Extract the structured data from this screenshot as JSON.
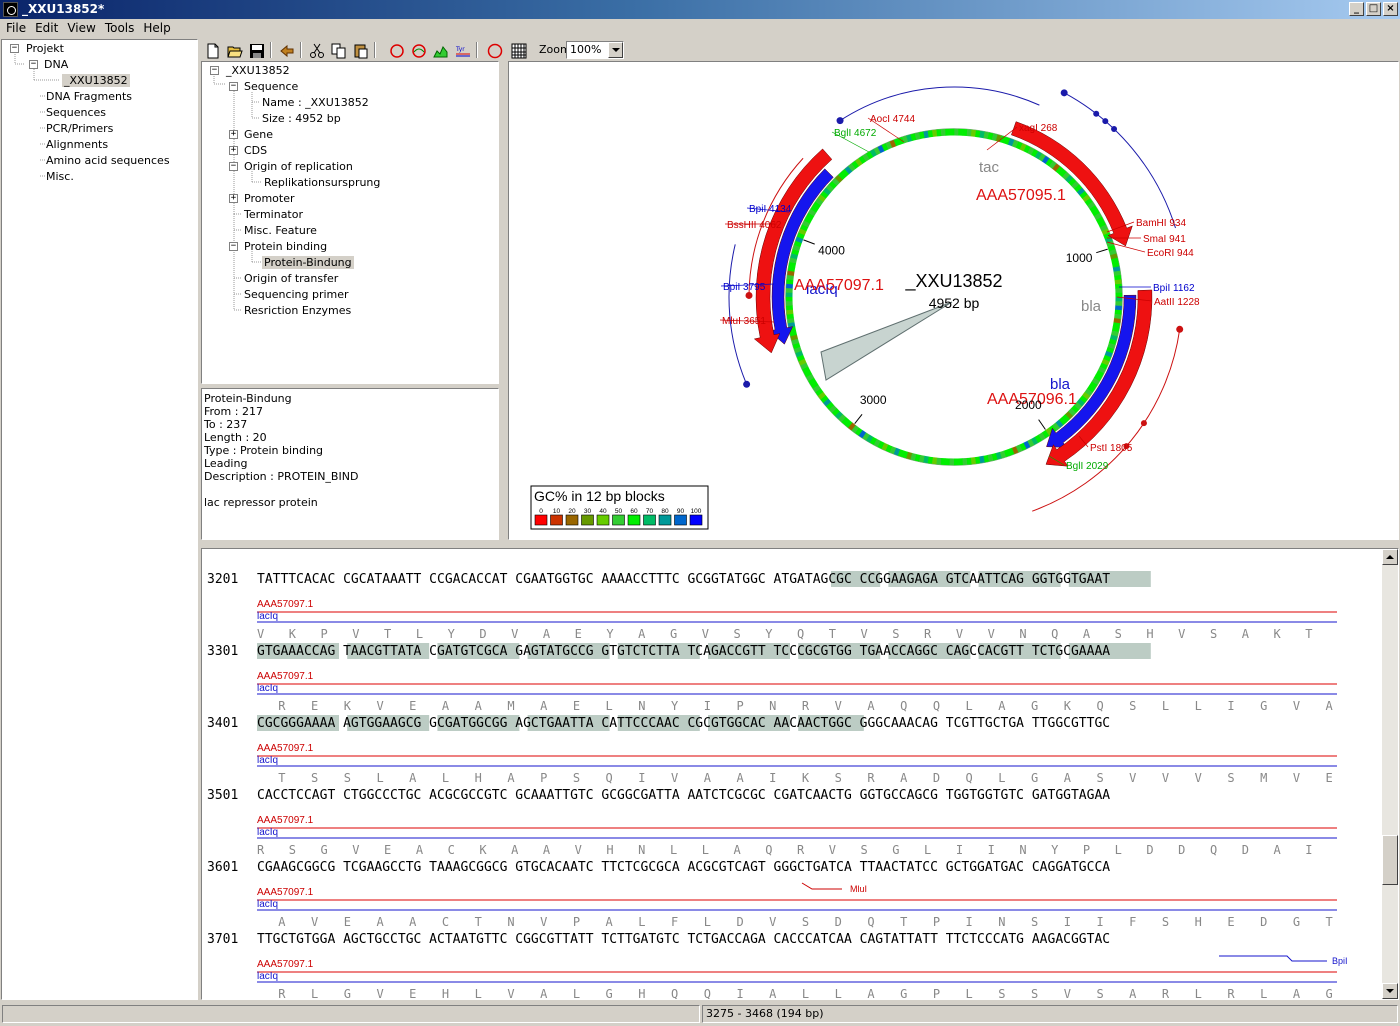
{
  "window": {
    "title": "_XXU13852*",
    "buttons": [
      "_",
      "□",
      "×"
    ]
  },
  "menu": [
    {
      "label": "File",
      "key": "F"
    },
    {
      "label": "Edit",
      "key": "E"
    },
    {
      "label": "View",
      "key": "V"
    },
    {
      "label": "Tools",
      "key": "T"
    },
    {
      "label": "Help",
      "key": "H"
    }
  ],
  "project_tree": {
    "root": "Projekt",
    "dna": "DNA",
    "dna_child": "_XXU13852",
    "items": [
      "DNA Fragments",
      "Sequences",
      "PCR/Primers",
      "Alignments",
      "Amino acid sequences",
      "Misc."
    ]
  },
  "toolbar": {
    "buttons": [
      "new-icon",
      "open-icon",
      "save-icon",
      "undo-icon",
      "cut-icon",
      "copy-icon",
      "paste-icon",
      "circle-map-icon",
      "circle-linear-icon",
      "graph-icon",
      "translate-icon",
      "ring-icon",
      "grid-icon"
    ],
    "zoom_label": "Zoom",
    "zoom_value": "100%"
  },
  "feature_tree": {
    "root": "_XXU13852",
    "sequence": "Sequence",
    "name": "Name : _XXU13852",
    "size": "Size : 4952 bp",
    "gene": "Gene",
    "cds": "CDS",
    "ori": "Origin of replication",
    "ori_child": "Replikationsursprung",
    "promoter": "Promoter",
    "terminator": "Terminator",
    "misc": "Misc. Feature",
    "protein_binding": "Protein binding",
    "protein_binding_child": "Protein-Bindung",
    "ori_transfer": "Origin of transfer",
    "seq_primer": "Sequencing primer",
    "restriction": "Resriction Enzymes"
  },
  "info_panel": {
    "lines": [
      "Protein-Bindung",
      "From : 217",
      "To : 237",
      "Length : 20",
      "Type : Protein binding",
      "Leading",
      "Description : PROTEIN_BIND",
      "",
      "lac repressor protein"
    ]
  },
  "plasmid_map": {
    "name": "_XXU13852",
    "size_label": "4952 bp",
    "total_bp": 4952,
    "ticks": [
      {
        "label": "1000",
        "bp": 1000
      },
      {
        "label": "2000",
        "bp": 2000
      },
      {
        "label": "3000",
        "bp": 3000
      },
      {
        "label": "4000",
        "bp": 4000
      }
    ],
    "feature_labels": {
      "tac": "tac",
      "bla_gray": "bla",
      "bla_blue": "bla",
      "laciq": "lacIq",
      "aaa95": "AAA57095.1",
      "aaa96": "AAA57096.1",
      "aaa97": "AAA57097.1"
    },
    "enzymes": [
      {
        "label": "xagI 268",
        "color": "#cc0000"
      },
      {
        "label": "BamHI 934",
        "color": "#cc0000"
      },
      {
        "label": "SmaI 941",
        "color": "#cc0000"
      },
      {
        "label": "EcoRI 944",
        "color": "#cc0000"
      },
      {
        "label": "BpiI 1162",
        "color": "#0000cc"
      },
      {
        "label": "AatII 1228",
        "color": "#cc0000"
      },
      {
        "label": "PstI 1805",
        "color": "#cc0000"
      },
      {
        "label": "BglI 2029",
        "color": "#00aa00"
      },
      {
        "label": "MluI 3651",
        "color": "#cc0000"
      },
      {
        "label": "BpiI 3795",
        "color": "#0000cc"
      },
      {
        "label": "BssHII 4062",
        "color": "#cc0000"
      },
      {
        "label": "BpiI 4134",
        "color": "#0000cc"
      },
      {
        "label": "BglI 4672",
        "color": "#00aa00"
      },
      {
        "label": "AocI 4744",
        "color": "#cc0000"
      }
    ],
    "legend_title": "GC% in 12 bp blocks",
    "legend": [
      {
        "label": "0",
        "color": "#ff0000"
      },
      {
        "label": "10",
        "color": "#cc3300"
      },
      {
        "label": "20",
        "color": "#996600"
      },
      {
        "label": "30",
        "color": "#669900"
      },
      {
        "label": "40",
        "color": "#66cc00"
      },
      {
        "label": "50",
        "color": "#33cc33"
      },
      {
        "label": "60",
        "color": "#00ee00"
      },
      {
        "label": "70",
        "color": "#00bb66"
      },
      {
        "label": "80",
        "color": "#009999"
      },
      {
        "label": "90",
        "color": "#0066cc"
      },
      {
        "label": "100",
        "color": "#0000ff"
      }
    ]
  },
  "sequence_view": {
    "rows": [
      {
        "num": "3201",
        "seq": "TATTTCACAC CGCATAAATT CCGACACCAT CGAATGGTGC AAAACCTTTC GCGGTATGGC ATGATAGCGC CCGGAAGAGA GTCAATTCAG GGTGGTGAAT",
        "hl_from": 64
      },
      {
        "num": "3301",
        "seq": "GTGAAACCAG TAACGTTATA CGATGTCGCA GAGTATGCCG GTGTCTCTTA TCAGACCGTT TCCCGCGTGG TGAACCAGGC CAGCCACGTT TCTGCGAAAA",
        "hl_from": 0,
        "hl_to": 100
      },
      {
        "num": "3401",
        "seq": "CGCGGGAAAA AGTGGAAGCG GCGATGGCGG AGCTGAATTA CATTCCCAAC CGCGTGGCAC AACAACTGGC GGGCAAACAG TCGTTGCTGA TTGGCGTTGC",
        "hl_from": 0,
        "hl_to": 68
      },
      {
        "num": "3501",
        "seq": "CACCTCCAGT CTGGCCCTGC ACGCGCCGTC GCAAATTGTC GCGGCGATTA AATCTCGCGC CGATCAACTG GGTGCCAGCG TGGTGGTGTC GATGGTAGAA"
      },
      {
        "num": "3601",
        "seq": "CGAAGCGGCG TCGAAGCCTG TAAAGCGGCG GTGCACAATC TTCTCGCGCA ACGCGTCAGT GGGCTGATCA TTAACTATCC GCTGGATGAC CAGGATGCCA"
      },
      {
        "num": "3701",
        "seq": "TTGCTGTGGA AGCTGCCTGC ACTAATGTTC CGGCGTTATT TCTTGATGTC TCTGACCAGA CACCCATCAA CAGTATTATT TTCTCCCATG AAGACGGTAC"
      }
    ],
    "feature_label": "AAA57097.1",
    "feature_label2": "lacIq",
    "aa_rows": [
      [
        "V",
        "K",
        "P",
        "V",
        "T",
        "L",
        "Y",
        "D",
        "V",
        "A",
        "E",
        "Y",
        "A",
        "G",
        "V",
        "S",
        "Y",
        "Q",
        "T",
        "V",
        "S",
        "R",
        "V",
        "V",
        "N",
        "Q",
        "A",
        "S",
        "H",
        "V",
        "S",
        "A",
        "K",
        "T"
      ],
      [
        "R",
        "E",
        "K",
        "V",
        "E",
        "A",
        "A",
        "M",
        "A",
        "E",
        "L",
        "N",
        "Y",
        "I",
        "P",
        "N",
        "R",
        "V",
        "A",
        "Q",
        "Q",
        "L",
        "A",
        "G",
        "K",
        "Q",
        "S",
        "L",
        "L",
        "I",
        "G",
        "V",
        "A"
      ],
      [
        "T",
        "S",
        "S",
        "L",
        "A",
        "L",
        "H",
        "A",
        "P",
        "S",
        "Q",
        "I",
        "V",
        "A",
        "A",
        "I",
        "K",
        "S",
        "R",
        "A",
        "D",
        "Q",
        "L",
        "G",
        "A",
        "S",
        "V",
        "V",
        "V",
        "S",
        "M",
        "V",
        "E"
      ],
      [
        "R",
        "S",
        "G",
        "V",
        "E",
        "A",
        "C",
        "K",
        "A",
        "A",
        "V",
        "H",
        "N",
        "L",
        "L",
        "A",
        "Q",
        "R",
        "V",
        "S",
        "G",
        "L",
        "I",
        "I",
        "N",
        "Y",
        "P",
        "L",
        "D",
        "D",
        "Q",
        "D",
        "A",
        "I"
      ],
      [
        "A",
        "V",
        "E",
        "A",
        "A",
        "C",
        "T",
        "N",
        "V",
        "P",
        "A",
        "L",
        "F",
        "L",
        "D",
        "V",
        "S",
        "D",
        "Q",
        "T",
        "P",
        "I",
        "N",
        "S",
        "I",
        "I",
        "F",
        "S",
        "H",
        "E",
        "D",
        "G",
        "T"
      ],
      [
        "R",
        "L",
        "G",
        "V",
        "E",
        "H",
        "L",
        "V",
        "A",
        "L",
        "G",
        "H",
        "Q",
        "Q",
        "I",
        "A",
        "L",
        "L",
        "A",
        "G",
        "P",
        "L",
        "S",
        "S",
        "V",
        "S",
        "A",
        "R",
        "L",
        "R",
        "L",
        "A",
        "G"
      ]
    ],
    "site_mlui": "MluI",
    "site_bpii": "BpiI"
  },
  "status": {
    "selection": "3275 - 3468 (194 bp)"
  }
}
